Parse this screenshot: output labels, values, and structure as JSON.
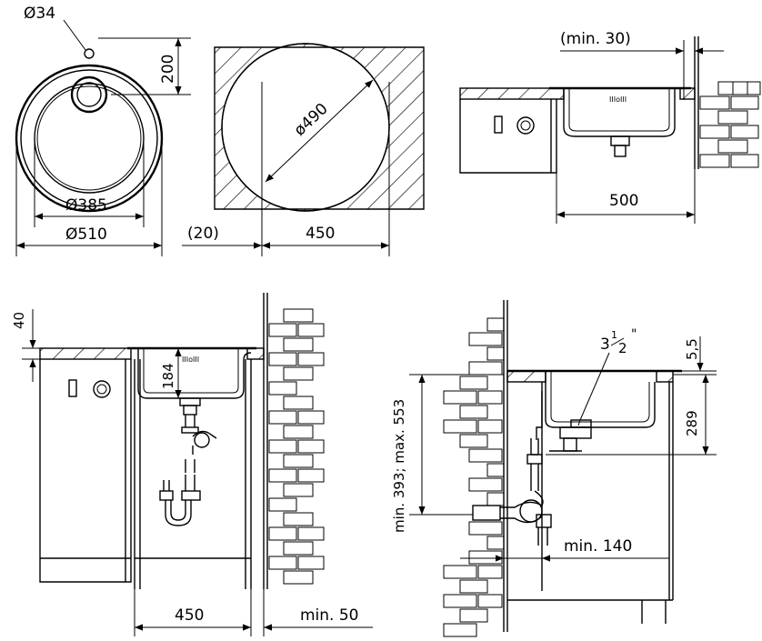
{
  "labels": {
    "faucet_hole": "Ø34",
    "center_offset": "200",
    "bowl_dia": "Ø385",
    "outer_dia": "Ø510",
    "cutout_dia": "ø490",
    "gap": "(20)",
    "cabinet_width_top": "450",
    "wall_gap_top": "(min. 30)",
    "base_width": "500",
    "counter_thickness": "40",
    "bowl_depth": "184",
    "cabinet_width_bottom": "450",
    "wall_gap_bottom": "min. 50",
    "drain_size_whole": "3",
    "drain_size_num": "1",
    "drain_size_den": "2",
    "drain_size_unit": "\"",
    "rim_height": "5,5",
    "overall_depth": "289",
    "install_height": "min. 393; max. 553",
    "trap_offset": "min. 140"
  }
}
